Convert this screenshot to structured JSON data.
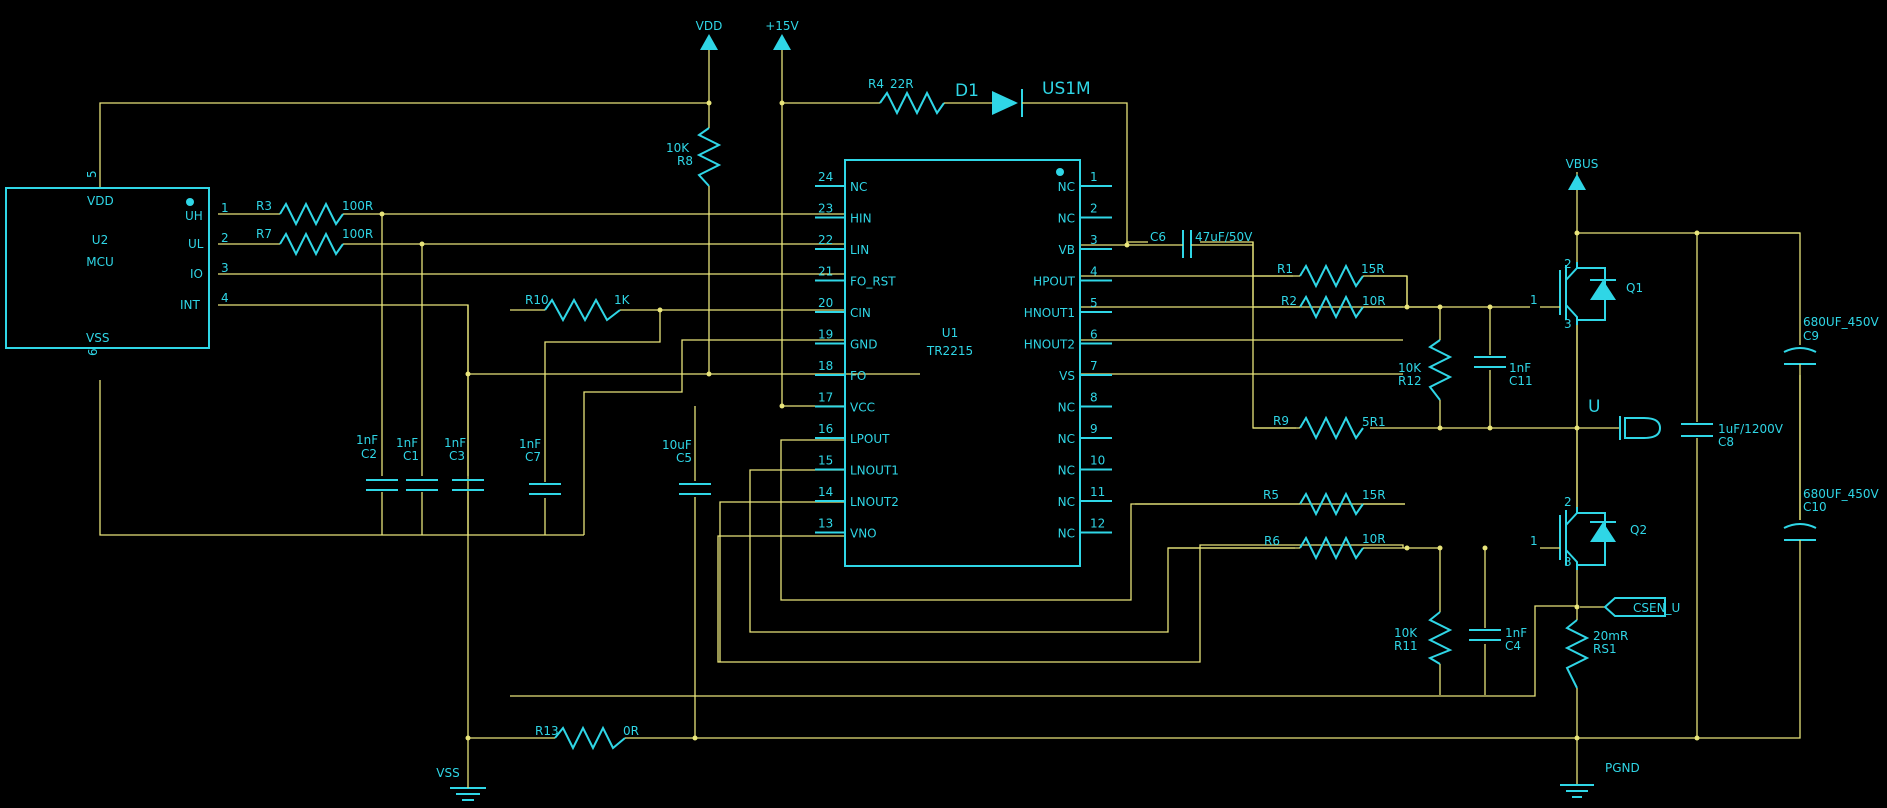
{
  "power": {
    "vdd": "VDD",
    "p15v": "+15V",
    "vbus": "VBUS",
    "vss": "VSS",
    "pgnd": "PGND"
  },
  "mcu": {
    "ref": "U2",
    "name": "MCU",
    "pins": [
      {
        "num": "5",
        "name": "VDD"
      },
      {
        "num": "1",
        "name": "UH"
      },
      {
        "num": "2",
        "name": "UL"
      },
      {
        "num": "3",
        "name": "IO"
      },
      {
        "num": "4",
        "name": "INT"
      },
      {
        "num": "6",
        "name": "VSS"
      }
    ]
  },
  "driver": {
    "ref": "U1",
    "name": "TR2215",
    "left_pins": [
      {
        "num": "24",
        "name": "NC"
      },
      {
        "num": "23",
        "name": "HIN"
      },
      {
        "num": "22",
        "name": "LIN"
      },
      {
        "num": "21",
        "name": "FO_RST"
      },
      {
        "num": "20",
        "name": "CIN"
      },
      {
        "num": "19",
        "name": "GND"
      },
      {
        "num": "18",
        "name": "FO"
      },
      {
        "num": "17",
        "name": "VCC"
      },
      {
        "num": "16",
        "name": "LPOUT"
      },
      {
        "num": "15",
        "name": "LNOUT1"
      },
      {
        "num": "14",
        "name": "LNOUT2"
      },
      {
        "num": "13",
        "name": "VNO"
      }
    ],
    "right_pins": [
      {
        "num": "1",
        "name": "NC"
      },
      {
        "num": "2",
        "name": "NC"
      },
      {
        "num": "3",
        "name": "VB"
      },
      {
        "num": "4",
        "name": "HPOUT"
      },
      {
        "num": "5",
        "name": "HNOUT1"
      },
      {
        "num": "6",
        "name": "HNOUT2"
      },
      {
        "num": "7",
        "name": "VS"
      },
      {
        "num": "8",
        "name": "NC"
      },
      {
        "num": "9",
        "name": "NC"
      },
      {
        "num": "10",
        "name": "NC"
      },
      {
        "num": "11",
        "name": "NC"
      },
      {
        "num": "12",
        "name": "NC"
      }
    ]
  },
  "resistors": {
    "r3": {
      "ref": "R3",
      "value": "100R"
    },
    "r7": {
      "ref": "R7",
      "value": "100R"
    },
    "r8": {
      "ref": "R8",
      "value": "10K"
    },
    "r10": {
      "ref": "R10",
      "value": "1K"
    },
    "r4": {
      "ref": "R4",
      "value": "22R"
    },
    "r1": {
      "ref": "R1",
      "value": "15R"
    },
    "r2": {
      "ref": "R2",
      "value": "10R"
    },
    "r12": {
      "ref": "R12",
      "value": "10K"
    },
    "r9": {
      "ref": "R9",
      "value": "5R1"
    },
    "r5": {
      "ref": "R5",
      "value": "15R"
    },
    "r6": {
      "ref": "R6",
      "value": "10R"
    },
    "r11": {
      "ref": "R11",
      "value": "10K"
    },
    "rs1": {
      "ref": "RS1",
      "value": "20mR"
    },
    "r13": {
      "ref": "R13",
      "value": "0R"
    }
  },
  "capacitors": {
    "c2": {
      "ref": "C2",
      "value": "1nF"
    },
    "c1": {
      "ref": "C1",
      "value": "1nF"
    },
    "c3": {
      "ref": "C3",
      "value": "1nF"
    },
    "c7": {
      "ref": "C7",
      "value": "1nF"
    },
    "c5": {
      "ref": "C5",
      "value": "10uF"
    },
    "c6": {
      "ref": "C6",
      "value": "47uF/50V"
    },
    "c11": {
      "ref": "C11",
      "value": "1nF"
    },
    "c4": {
      "ref": "C4",
      "value": "1nF"
    },
    "c8": {
      "ref": "C8",
      "value": "1uF/1200V"
    },
    "c9": {
      "ref": "C9",
      "value": "680UF_450V"
    },
    "c10": {
      "ref": "C10",
      "value": "680UF_450V"
    }
  },
  "diode": {
    "ref": "D1",
    "value": "US1M"
  },
  "transistors": {
    "q1": {
      "ref": "Q1",
      "gate": "1",
      "collector": "2",
      "emitter": "3"
    },
    "q2": {
      "ref": "Q2",
      "gate": "1",
      "collector": "2",
      "emitter": "3"
    }
  },
  "ports": {
    "u": "U",
    "csen": "CSEN_U"
  },
  "colors": {
    "wire": "#e8e47a",
    "component": "#2fd6e6",
    "background": "#000000"
  }
}
